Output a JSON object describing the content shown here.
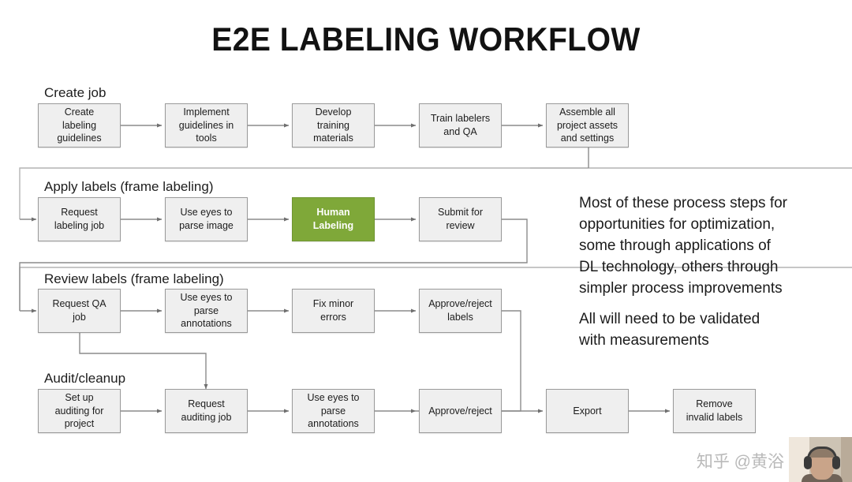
{
  "title": "E2E LABELING WORKFLOW",
  "sections": [
    {
      "id": "create-job",
      "label": "Create job"
    },
    {
      "id": "apply-labels",
      "label": "Apply labels (frame labeling)"
    },
    {
      "id": "review-labels",
      "label": "Review labels (frame labeling)"
    },
    {
      "id": "audit-cleanup",
      "label": "Audit/cleanup"
    }
  ],
  "nodes": [
    {
      "id": "create-labeling-guidelines",
      "text": "Create\nlabeling\nguidelines",
      "highlight": false
    },
    {
      "id": "implement-guidelines",
      "text": "Implement\nguidelines in\ntools",
      "highlight": false
    },
    {
      "id": "develop-training-materials",
      "text": "Develop\ntraining\nmaterials",
      "highlight": false
    },
    {
      "id": "train-labelers-and-qa",
      "text": "Train labelers\nand QA",
      "highlight": false
    },
    {
      "id": "assemble-project-assets",
      "text": "Assemble all\nproject assets\nand settings",
      "highlight": false
    },
    {
      "id": "request-labeling-job",
      "text": "Request\nlabeling job",
      "highlight": false
    },
    {
      "id": "use-eyes-parse-image",
      "text": "Use eyes to\nparse image",
      "highlight": false
    },
    {
      "id": "human-labeling",
      "text": "Human\nLabeling",
      "highlight": true
    },
    {
      "id": "submit-for-review",
      "text": "Submit for\nreview",
      "highlight": false
    },
    {
      "id": "request-qa-job",
      "text": "Request QA\njob",
      "highlight": false
    },
    {
      "id": "use-eyes-parse-annotations-1",
      "text": "Use eyes to\nparse\nannotations",
      "highlight": false
    },
    {
      "id": "fix-minor-errors",
      "text": "Fix minor\nerrors",
      "highlight": false
    },
    {
      "id": "approve-reject-labels",
      "text": "Approve/reject\nlabels",
      "highlight": false
    },
    {
      "id": "set-up-auditing",
      "text": "Set up\nauditing for\nproject",
      "highlight": false
    },
    {
      "id": "request-auditing-job",
      "text": "Request\nauditing job",
      "highlight": false
    },
    {
      "id": "use-eyes-parse-annotations-2",
      "text": "Use eyes to\nparse\nannotations",
      "highlight": false
    },
    {
      "id": "approve-reject",
      "text": "Approve/reject",
      "highlight": false
    },
    {
      "id": "export",
      "text": "Export",
      "highlight": false
    },
    {
      "id": "remove-invalid-labels",
      "text": "Remove\ninvalid labels",
      "highlight": false
    }
  ],
  "notes": [
    {
      "id": "note-optimization",
      "text": "Most of these process steps for\nopportunities for optimization,\nsome through applications of\nDL technology, others through\nsimpler process improvements"
    },
    {
      "id": "note-validation",
      "text": "All will need to be validated\nwith measurements"
    }
  ],
  "watermark": "知乎 @黄浴",
  "colors": {
    "highlight_green": "#7fa839",
    "node_fill": "#efefef",
    "node_border": "#9a9a9a",
    "connector": "#8c8c8c",
    "title": "#121212"
  }
}
